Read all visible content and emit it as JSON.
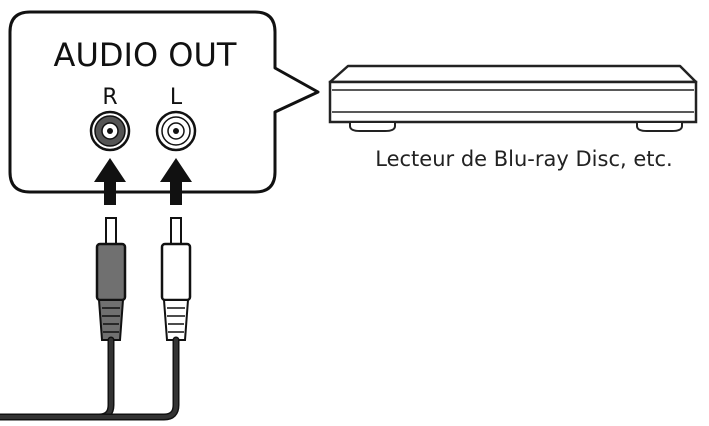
{
  "panel": {
    "title": "AUDIO OUT",
    "jack_right_label": "R",
    "jack_left_label": "L"
  },
  "device": {
    "caption": "Lecteur de Blu-ray Disc, etc."
  },
  "colors": {
    "outline": "#111111",
    "jack_right": "#555555",
    "jack_left": "#ffffff",
    "plug_right_body": "#707070",
    "plug_left_body": "#ffffff",
    "cable": "#333333",
    "device_outline": "#222222"
  },
  "icons": {
    "jack_right": "rca-jack-red-icon",
    "jack_left": "rca-jack-white-icon",
    "arrow": "arrow-up-icon",
    "plug_right": "rca-plug-grey-icon",
    "plug_left": "rca-plug-white-icon",
    "device": "blu-ray-player-icon"
  }
}
